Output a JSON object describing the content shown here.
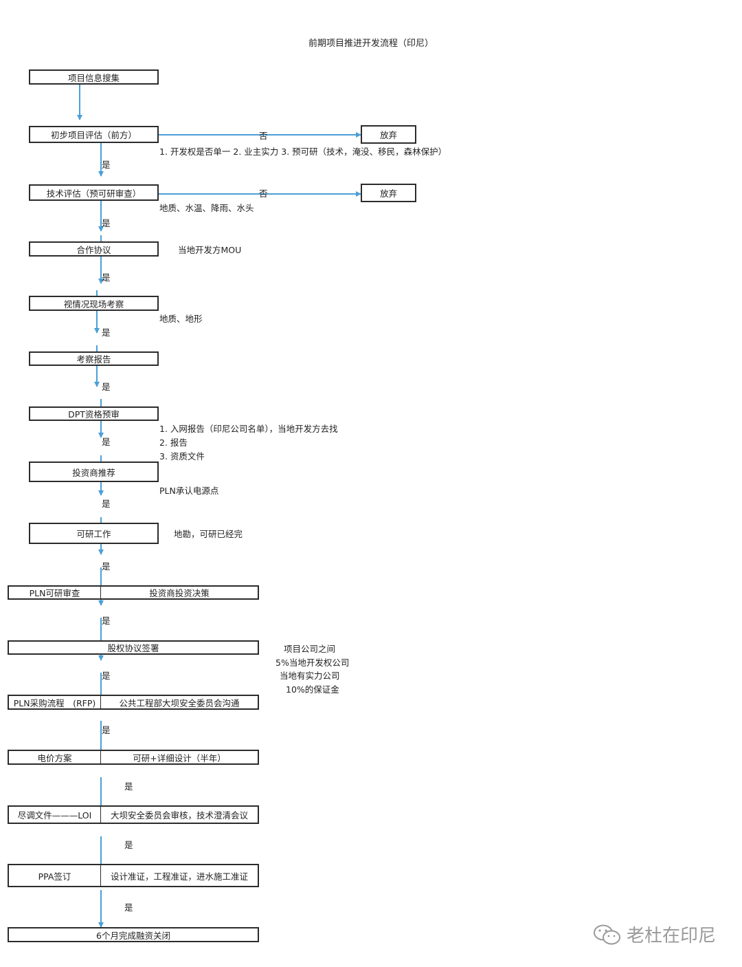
{
  "title": "前期项目推进开发流程（印尼）",
  "yes_label": "是",
  "no_label": "否",
  "steps": {
    "s1": "项目信息搜集",
    "s2": "初步项目评估（前方）",
    "s3": "技术评估（预可研审查）",
    "s4": "合作协议",
    "s5": "视情况现场考察",
    "s6": "考察报告",
    "s7": "DPT资格预审",
    "s8": "投资商推荐",
    "s9": "可研工作",
    "s10_left": "PLN可研审查",
    "s10_right": "投资商投资决策",
    "s11": "股权协议签署",
    "s12_left": "PLN采购流程　(RFP)",
    "s12_right": "公共工程部大坝安全委员会沟通",
    "s13_left": "电价方案",
    "s13_right": "可研+详细设计（半年）",
    "s14_left": "尽调文件———LOI",
    "s14_right": "大坝安全委员会审核，技术澄清会议",
    "s15_left": "PPA签订",
    "s15_right": "设计准证，工程准证，进水施工准证",
    "s16": "6个月完成融资关闭"
  },
  "reject": {
    "r1": "放弃",
    "r2": "放弃"
  },
  "notes": {
    "n1": "1. 开发权是否单一 2. 业主实力 3. 预可研（技术，淹没、移民，森林保护）",
    "n2": "地质、水温、降雨、水头",
    "n3": "当地开发方MOU",
    "n4": "地质、地形",
    "n5a": "1. 入网报告（印尼公司名单），当地开发方去找",
    "n5b": "2. 报告",
    "n5c": "3. 资质文件",
    "n6": "PLN承认电源点",
    "n7": "地勘，可研已经完",
    "n8a": "项目公司之间",
    "n8b": "5%当地开发权公司",
    "n8c": "当地有实力公司",
    "n8d": "10%的保证金"
  },
  "watermark": "老杜在印尼",
  "colors": {
    "arrow": "#4a9fd8",
    "border": "#2b2b2b",
    "watermark": "#9a9a9a"
  },
  "icons": {
    "watermark": "wechat-icon"
  }
}
